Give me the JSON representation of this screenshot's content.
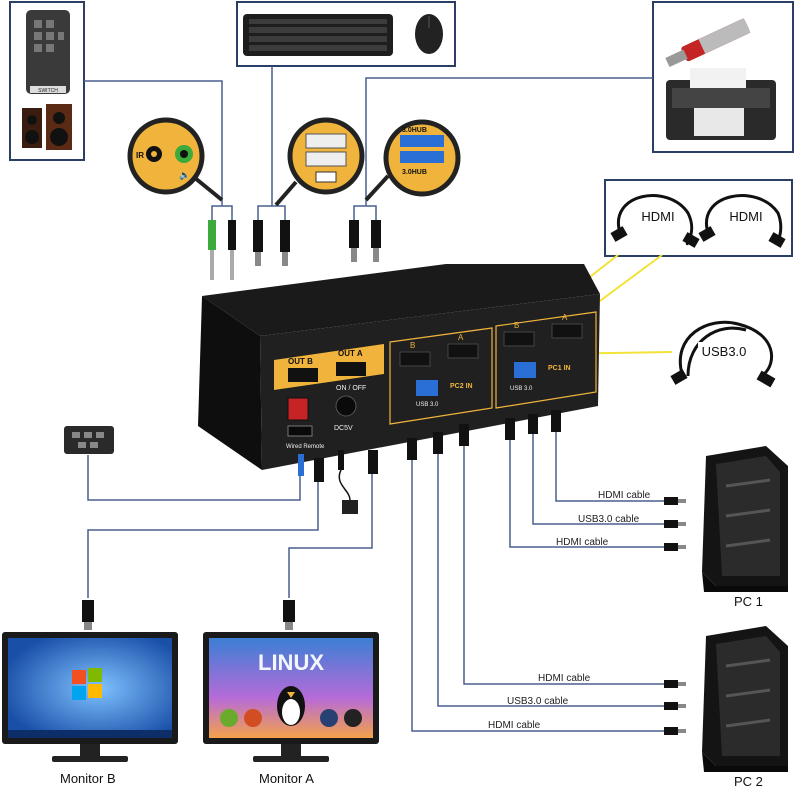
{
  "colors": {
    "frame": "#2b3f66",
    "wire": "#4a5f8f",
    "gold": "#f0b43c",
    "switch_body": "#151515",
    "usb_blue": "#2a6fd6",
    "callout_line": "#f2e23a"
  },
  "peripherals": {
    "remote_label": "SWITCH",
    "jacks": {
      "ir": "IR"
    },
    "usb_hub_ports": [
      "3.0HUB",
      "3.0HUB"
    ]
  },
  "cable_samples": {
    "hdmi": [
      "HDMI",
      "HDMI"
    ],
    "usb": "USB3.0"
  },
  "kvm": {
    "out_b": "OUT",
    "out_a": "OUT",
    "out_b_letter": "B",
    "out_a_letter": "A",
    "power": "ON / OFF",
    "dc": "DC5V",
    "wired_remote": "Wired Remote",
    "pc2_port_b": "B",
    "pc2_port_a": "A",
    "pc1_port_b": "B",
    "pc1_port_a": "A",
    "pc2_in": "PC",
    "pc2_num": "2",
    "pc2_in_suffix": "IN",
    "pc1_in": "PC",
    "pc1_num": "1",
    "pc1_in_suffix": "IN",
    "usb_left": "USB 3.0",
    "usb_right": "USB 3.0"
  },
  "pc1_cables": [
    "HDMI cable",
    "USB3.0 cable",
    "HDMI cable"
  ],
  "pc2_cables": [
    "HDMI cable",
    "USB3.0 cable",
    "HDMI cable"
  ],
  "pcs": {
    "pc1": "PC 1",
    "pc2": "PC 2"
  },
  "monitors": {
    "b": "Monitor B",
    "a": "Monitor A",
    "linux": "LINUX"
  }
}
